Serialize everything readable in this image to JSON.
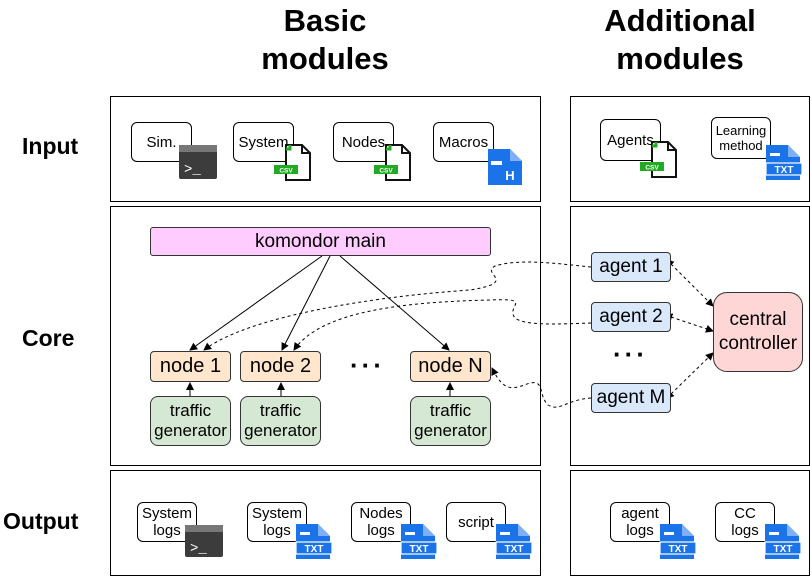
{
  "headers": {
    "basic": "Basic\nmodules",
    "additional": "Additional\nmodules"
  },
  "rows": {
    "input": "Input",
    "core": "Core",
    "output": "Output"
  },
  "input": {
    "sim": "Sim.",
    "system": "System",
    "nodes": "Nodes",
    "macros": "Macros",
    "agents": "Agents",
    "learning": "Learning\nmethod"
  },
  "core": {
    "main": "komondor main",
    "nodes": [
      "node 1",
      "node 2",
      "node N"
    ],
    "node_ellipsis": "···",
    "generator": "traffic\ngenerator",
    "agents": [
      "agent 1",
      "agent 2",
      "agent M"
    ],
    "agent_ellipsis": "···",
    "controller": "central\ncontroller"
  },
  "output": {
    "system_logs_1": "System\nlogs",
    "system_logs_2": "System\nlogs",
    "nodes_logs": "Nodes\nlogs",
    "script": "script",
    "agent_logs": "agent\nlogs",
    "cc_logs": "CC\nlogs"
  },
  "file_badges": {
    "csv": "CSV",
    "txt": "TXT",
    "h": "H",
    "prompt": ">_"
  },
  "colors": {
    "main": "#ffccff",
    "node": "#ffe6cc",
    "generator": "#d5e8d4",
    "agent": "#dae8fc",
    "controller": "#ffd6d6",
    "file_blue": "#1a73e8",
    "csv_green": "#22aa22"
  }
}
